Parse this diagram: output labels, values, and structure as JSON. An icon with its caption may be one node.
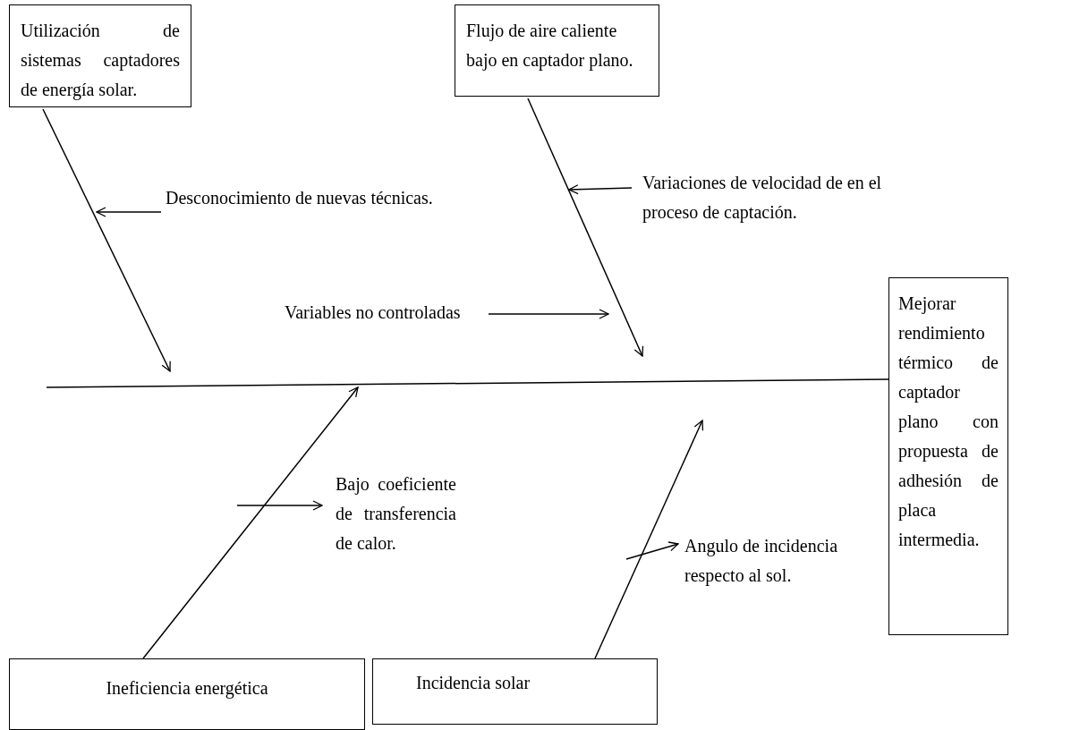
{
  "diagram": {
    "nodes": [
      {
        "text": [
          "Utilización de sistemas captadores de energía solar."
        ]
      },
      {
        "text": [
          "Flujo de aire caliente bajo en captador plano."
        ]
      },
      {
        "text": [
          "Desconocimiento de nuevas técnicas."
        ]
      },
      {
        "text": [
          "Variaciones de velocidad de en el proceso de captación."
        ]
      },
      {
        "text": [
          "Variables no controladas"
        ]
      },
      {
        "text": [
          "Mejorar rendimiento térmico de captador plano con propuesta de adhesión de placa intermedia."
        ]
      },
      {
        "text": [
          "Bajo coeficiente de transferencia de calor."
        ]
      },
      {
        "text": [
          "Angulo de incidencia respecto al sol."
        ]
      },
      {
        "text": [
          "Ineficiencia energética"
        ]
      },
      {
        "text": [
          "Incidencia solar"
        ]
      }
    ],
    "edges": [
      {
        "from": null,
        "to": 5,
        "arrow": "none"
      },
      {
        "from": 0,
        "to": null,
        "arrow": "to"
      },
      {
        "from": 1,
        "to": null,
        "arrow": "to"
      },
      {
        "from": 8,
        "to": null,
        "arrow": "to"
      },
      {
        "from": 9,
        "to": null,
        "arrow": "to"
      },
      {
        "from": 2,
        "to": null,
        "arrow": "to"
      },
      {
        "from": 3,
        "to": null,
        "arrow": "to"
      },
      {
        "from": 4,
        "to": null,
        "arrow": "to"
      },
      {
        "from": null,
        "to": 6,
        "arrow": "to"
      },
      {
        "from": null,
        "to": 7,
        "arrow": "to"
      }
    ]
  }
}
